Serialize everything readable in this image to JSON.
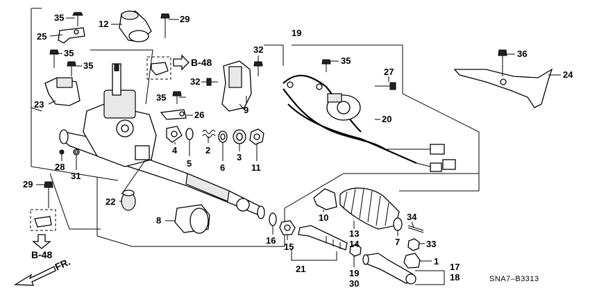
{
  "diagram": {
    "code": "SNA7–B3313",
    "refs": {
      "b48_top": "B-48",
      "b48_bottom": "B-48",
      "front": "FR."
    },
    "labels": {
      "l35a": "35",
      "l25": "25",
      "l12": "12",
      "l29a": "29",
      "l35b": "35",
      "l35c": "35",
      "l32a": "32",
      "l32b": "32",
      "l19": "19",
      "l35d": "35",
      "l36": "36",
      "l24": "24",
      "l27": "27",
      "l23": "23",
      "l35e": "35",
      "l26": "26",
      "l9": "9",
      "l20": "20",
      "l4": "4",
      "l2": "2",
      "l6": "6",
      "l3": "3",
      "l11": "11",
      "l5": "5",
      "l28": "28",
      "l31": "31",
      "l29b": "29",
      "l22": "22",
      "l8": "8",
      "l10": "10",
      "l13": "13",
      "l14": "14",
      "l34": "34",
      "l7": "7",
      "l33": "33",
      "l16": "16",
      "l15": "15",
      "l1": "1",
      "l17": "17",
      "l18": "18",
      "l21": "21",
      "l19b": "19",
      "l30": "30"
    }
  }
}
